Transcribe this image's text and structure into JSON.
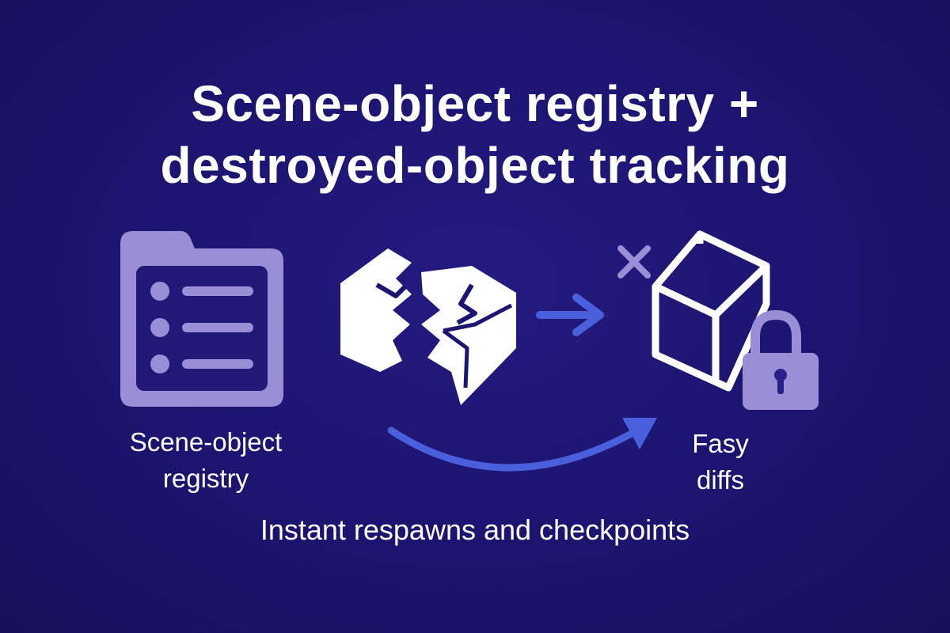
{
  "title": {
    "line1": "Scene-object registry +",
    "line2": "destroyed-object tracking"
  },
  "registry_label": {
    "line1": "Scene-object",
    "line2": "registry"
  },
  "diffs_label": {
    "line1": "Fasy",
    "line2": "diffs"
  },
  "caption": "Instant respawns and checkpoints",
  "colors": {
    "background": "#1d1572",
    "accent_lavender": "#9a8ed6",
    "accent_blue": "#4a5fdc",
    "white": "#ffffff"
  },
  "icons": [
    "folder-list-icon",
    "broken-cube-icon",
    "arrow-right-icon",
    "curved-arrow-icon",
    "x-mark-icon",
    "cube-outline-icon",
    "padlock-icon"
  ]
}
